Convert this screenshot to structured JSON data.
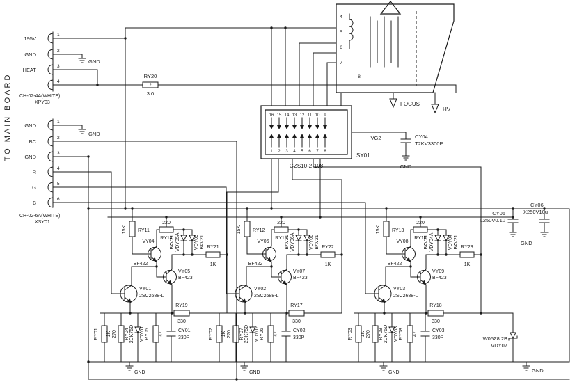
{
  "side_label": "TO MAIN BOARD",
  "connector1": {
    "part": "CH-02-4A(WHITE)",
    "ref": "XPY03",
    "gnd": "GND",
    "pins": [
      {
        "label": "195V",
        "num": "1"
      },
      {
        "label": "GND",
        "num": "2"
      },
      {
        "label": "HEAT",
        "num": "3"
      },
      {
        "label": "",
        "num": "4"
      }
    ]
  },
  "connector2": {
    "part": "CH-02-6A(WHITE)",
    "ref": "XSY01",
    "gnd": "GND",
    "pins": [
      {
        "label": "GND",
        "num": "1"
      },
      {
        "label": "BC",
        "num": "2"
      },
      {
        "label": "GND",
        "num": "3"
      },
      {
        "label": "R",
        "num": "4"
      },
      {
        "label": "G",
        "num": "5"
      },
      {
        "label": "B",
        "num": "6"
      }
    ]
  },
  "ry20": {
    "ref": "RY20",
    "mark": "2",
    "value": "3.0"
  },
  "socket": {
    "ref": "SY01",
    "part": "GZS10-2-108",
    "top_nums": [
      "16",
      "15",
      "14",
      "13",
      "12",
      "11",
      "10",
      "9"
    ],
    "bottom_nums": [
      "1",
      "2",
      "3",
      "4",
      "5",
      "6",
      "7",
      "8"
    ]
  },
  "crt": {
    "pin_nums": [
      "4",
      "5",
      "6",
      "7",
      "8"
    ]
  },
  "signals": {
    "focus": "FOCUS",
    "hv": "HV",
    "vg2": "VG2"
  },
  "cy04": {
    "ref": "CY04",
    "value": "T2KV3300P",
    "gnd": "GND"
  },
  "cy05": {
    "ref": "CY05",
    "value": "L250V0.1u"
  },
  "cy06": {
    "ref": "CY06",
    "value": "X250V10u",
    "gnd": "GND"
  },
  "zener": {
    "part": "W05Z8.2B",
    "ref": "VDY07",
    "gnd": "GND"
  },
  "channels": [
    {
      "r_in_val": "15K",
      "r_in_ref": "RY11",
      "q1_ref": "VY04",
      "q1_part": "BF422",
      "r_fb_val": "220",
      "r_fb_ref": "RY14",
      "d1_part": "BAV21",
      "d1_ref": "VDY05A",
      "d2_part": "BAV21",
      "d2_ref": "VDY05",
      "r_out_ref": "RY21",
      "r_out_val": "1K",
      "q2_ref": "VY05",
      "q2_part": "BF423",
      "q3_ref": "VY01",
      "q3_part": "2SC2688-L",
      "r_e_ref": "RY19",
      "r_e_val": "330",
      "r1_ref": "RY01",
      "r1_val": "1K",
      "r2_val": "270",
      "r2_ref": "RY04",
      "d3_part": "2CK75D",
      "d3_ref": "VDY01",
      "r3_ref": "RY05",
      "r3_val": "47",
      "c_ref": "CY01",
      "c_val": "330P",
      "gnd": "GND"
    },
    {
      "r_in_val": "15K",
      "r_in_ref": "RY12",
      "q1_ref": "VY06",
      "q1_part": "BF422",
      "r_fb_val": "220",
      "r_fb_ref": "RY15",
      "d1_part": "BAV21",
      "d1_ref": "VDY06A",
      "d2_part": "BAV21",
      "d2_ref": "VDY06",
      "r_out_ref": "RY22",
      "r_out_val": "1K",
      "q2_ref": "VY07",
      "q2_part": "BF423",
      "q3_ref": "VY02",
      "q3_part": "2SC2688-L",
      "r_e_ref": "RY17",
      "r_e_val": "330",
      "r1_ref": "RY02",
      "r1_val": "1K",
      "r2_val": "270",
      "r2_ref": "RY07",
      "d3_part": "2CK75D",
      "d3_ref": "VDY02",
      "r3_ref": "RY06",
      "r3_val": "47",
      "c_ref": "CY02",
      "c_val": "330P",
      "gnd": "GND"
    },
    {
      "r_in_val": "15K",
      "r_in_ref": "RY13",
      "q1_ref": "VY08",
      "q1_part": "BF422",
      "r_fb_val": "220",
      "r_fb_ref": "RY16",
      "d1_part": "BAV21",
      "d1_ref": "VDY04A",
      "d2_part": "BAV21",
      "d2_ref": "VDY04",
      "r_out_ref": "RY23",
      "r_out_val": "1K",
      "q2_ref": "VY09",
      "q2_part": "BF423",
      "q3_ref": "VY03",
      "q3_part": "2SC2688-L",
      "r_e_ref": "RY18",
      "r_e_val": "330",
      "r1_ref": "RY03",
      "r1_val": "1K",
      "r2_val": "270",
      "r2_ref": "RY09",
      "d3_part": "2CK75D",
      "d3_ref": "VDY03",
      "r3_ref": "RY08",
      "r3_val": "47",
      "c_ref": "CY03",
      "c_val": "330P",
      "gnd": "GND"
    }
  ]
}
